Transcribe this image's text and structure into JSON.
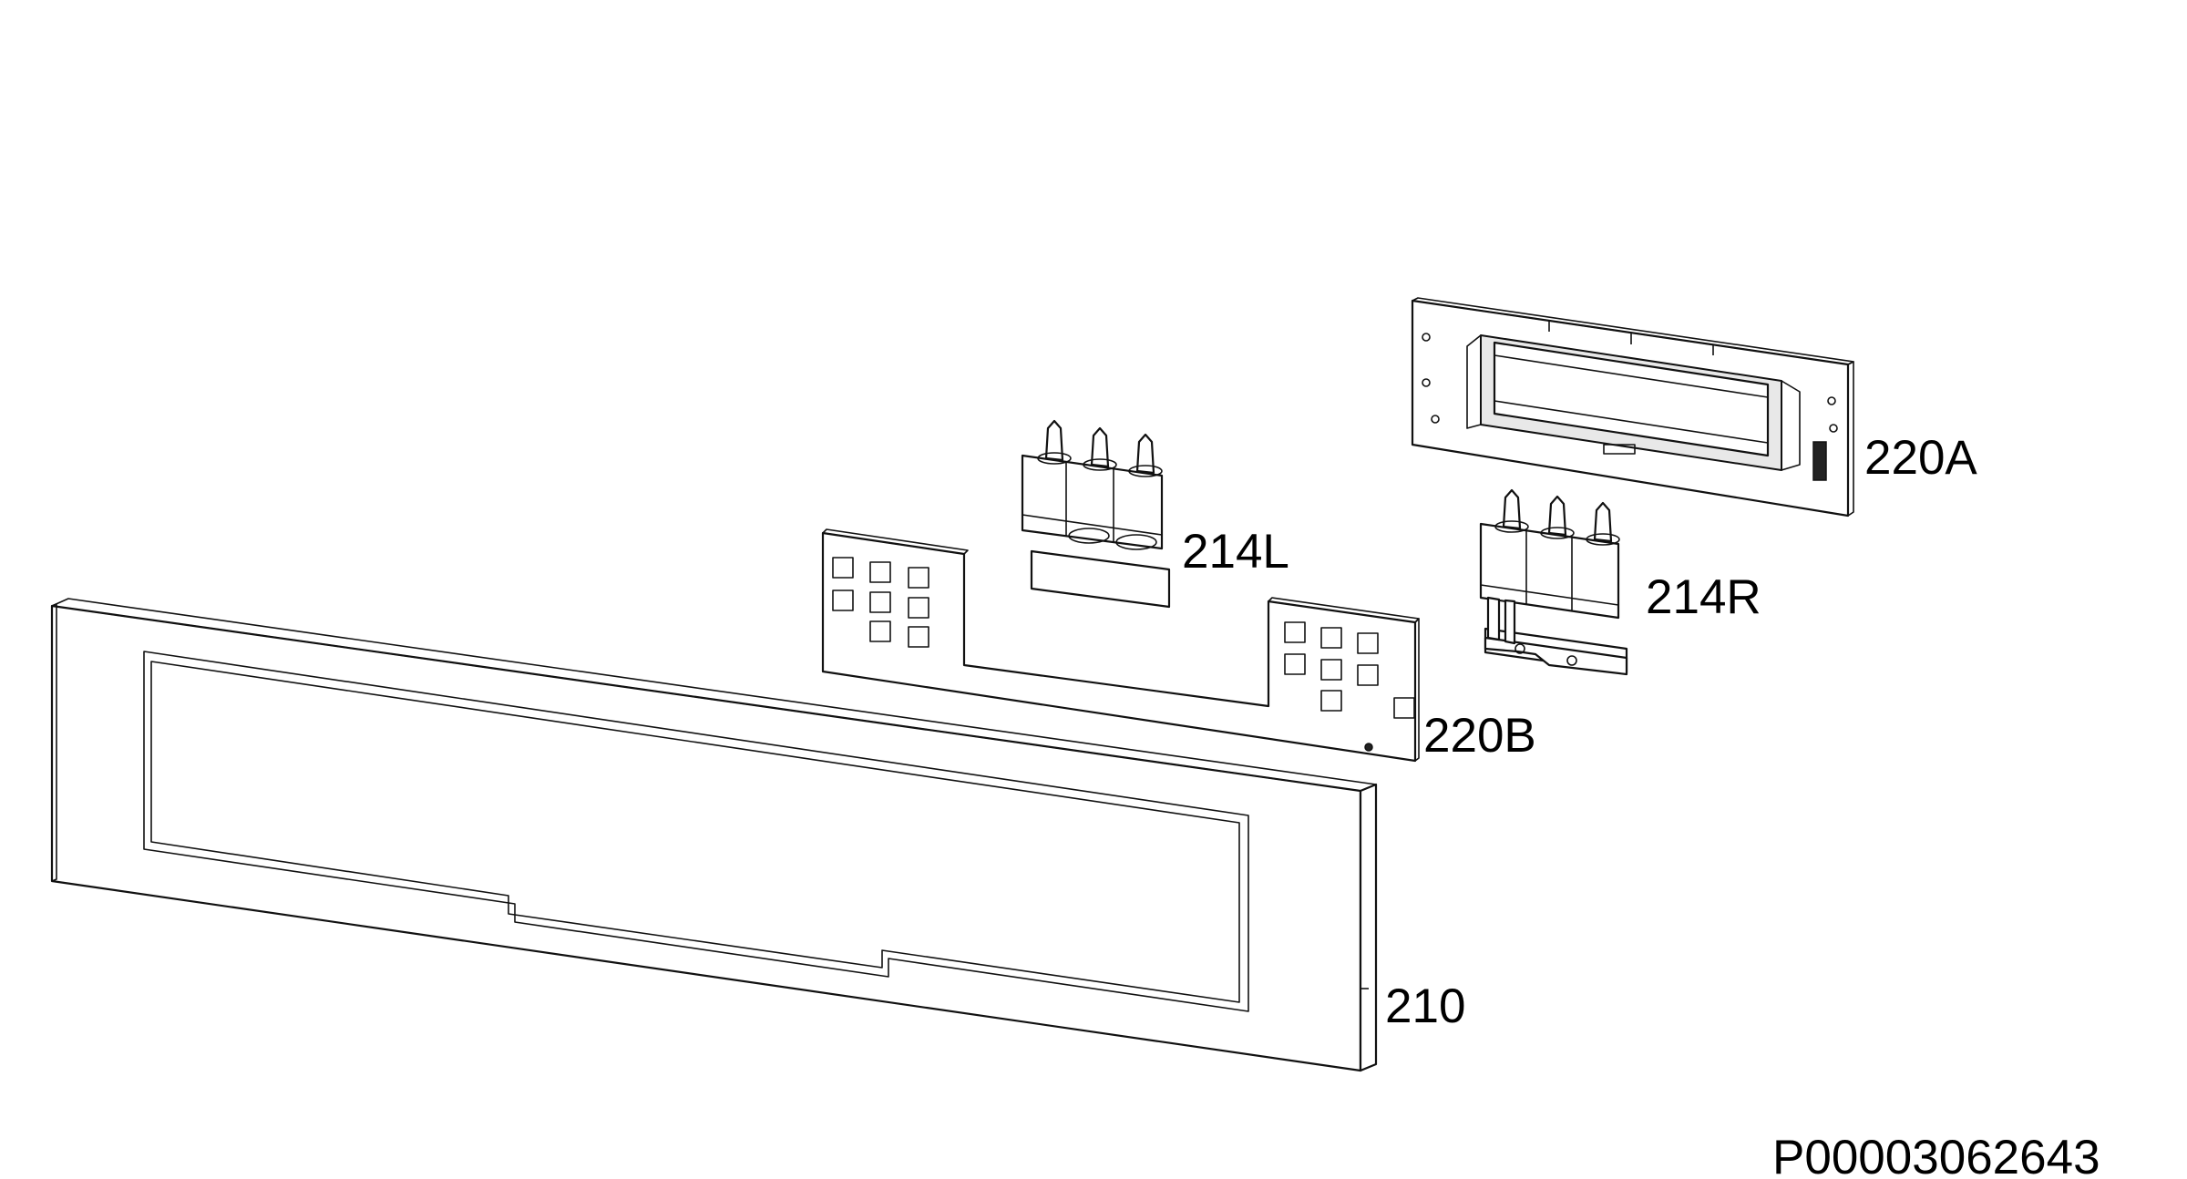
{
  "labels": {
    "part_210": "210",
    "part_214L": "214L",
    "part_214R": "214R",
    "part_220A": "220A",
    "part_220B": "220B"
  },
  "diagram_code": "P00003062643"
}
